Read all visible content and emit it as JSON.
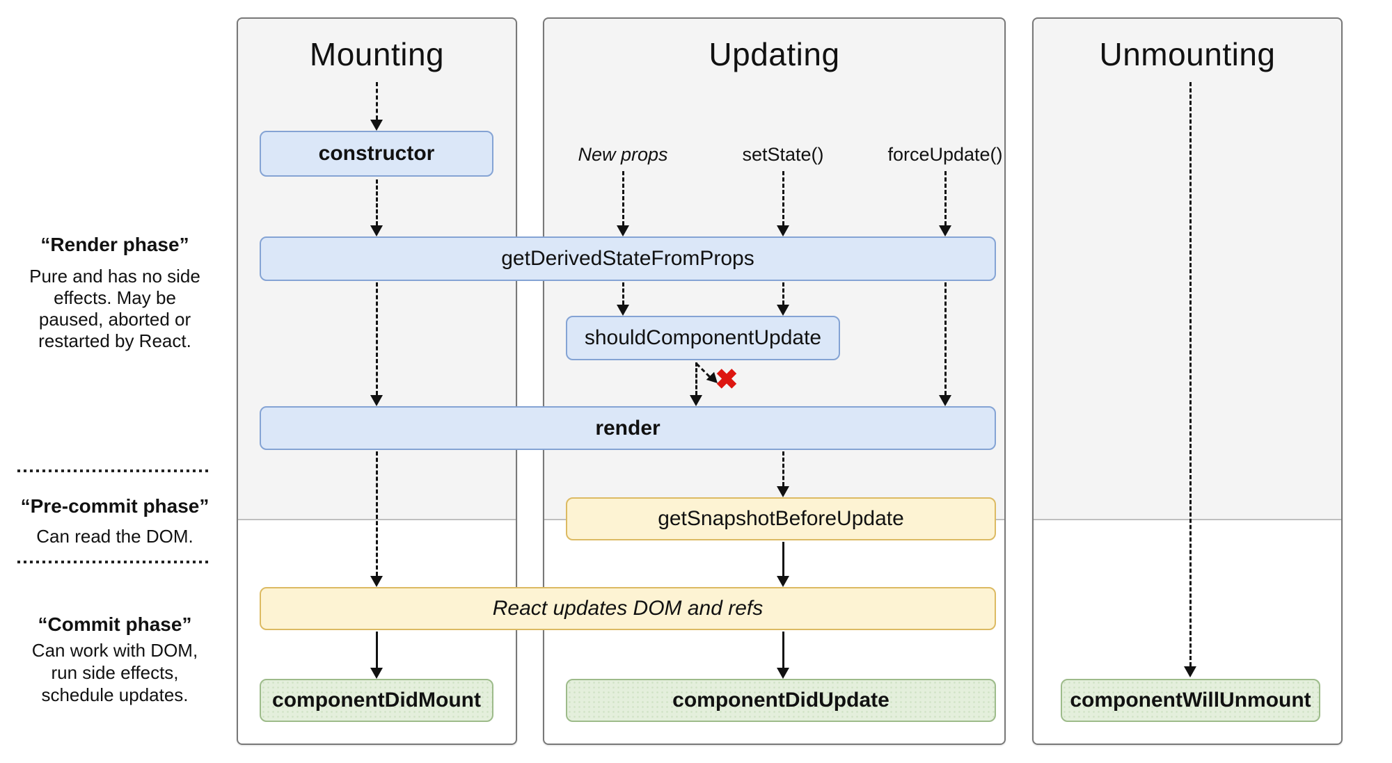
{
  "sidebar": {
    "phases": [
      {
        "title": "“Render phase”",
        "lines": [
          "Pure and has no side",
          "effects. May be",
          "paused, aborted or",
          "restarted by React."
        ]
      },
      {
        "title": "“Pre-commit phase”",
        "lines": [
          "Can read the DOM."
        ]
      },
      {
        "title": "“Commit phase”",
        "lines": [
          "Can work with DOM,",
          "run side effects,",
          "schedule updates."
        ]
      }
    ]
  },
  "columns": {
    "mounting": {
      "title": "Mounting"
    },
    "updating": {
      "title": "Updating",
      "triggers": {
        "new_props": "New props",
        "set_state": "setState()",
        "force_update": "forceUpdate()"
      }
    },
    "unmounting": {
      "title": "Unmounting"
    }
  },
  "boxes": {
    "constructor": "constructor",
    "get_derived_state_from_props": "getDerivedStateFromProps",
    "should_component_update": "shouldComponentUpdate",
    "render": "render",
    "get_snapshot_before_update": "getSnapshotBeforeUpdate",
    "react_updates_dom": "React updates DOM and refs",
    "component_did_mount": "componentDidMount",
    "component_did_update": "componentDidUpdate",
    "component_will_unmount": "componentWillUnmount"
  },
  "icons": {
    "update_blocked_x": "✖"
  },
  "colors": {
    "render_phase_box_bg": "#dbe7f8",
    "render_phase_box_border": "#84a3d4",
    "pre_commit_box_bg": "#fdf3d3",
    "pre_commit_box_border": "#dcba62",
    "commit_box_bg": "#e4efdc",
    "commit_box_border": "#9dbb8a",
    "panel_render_phase_bg": "#f4f4f4",
    "panel_commit_phase_bg": "#ffffff",
    "panel_border": "#787878",
    "arrow": "#111111",
    "blocked_x": "#dd1611"
  }
}
